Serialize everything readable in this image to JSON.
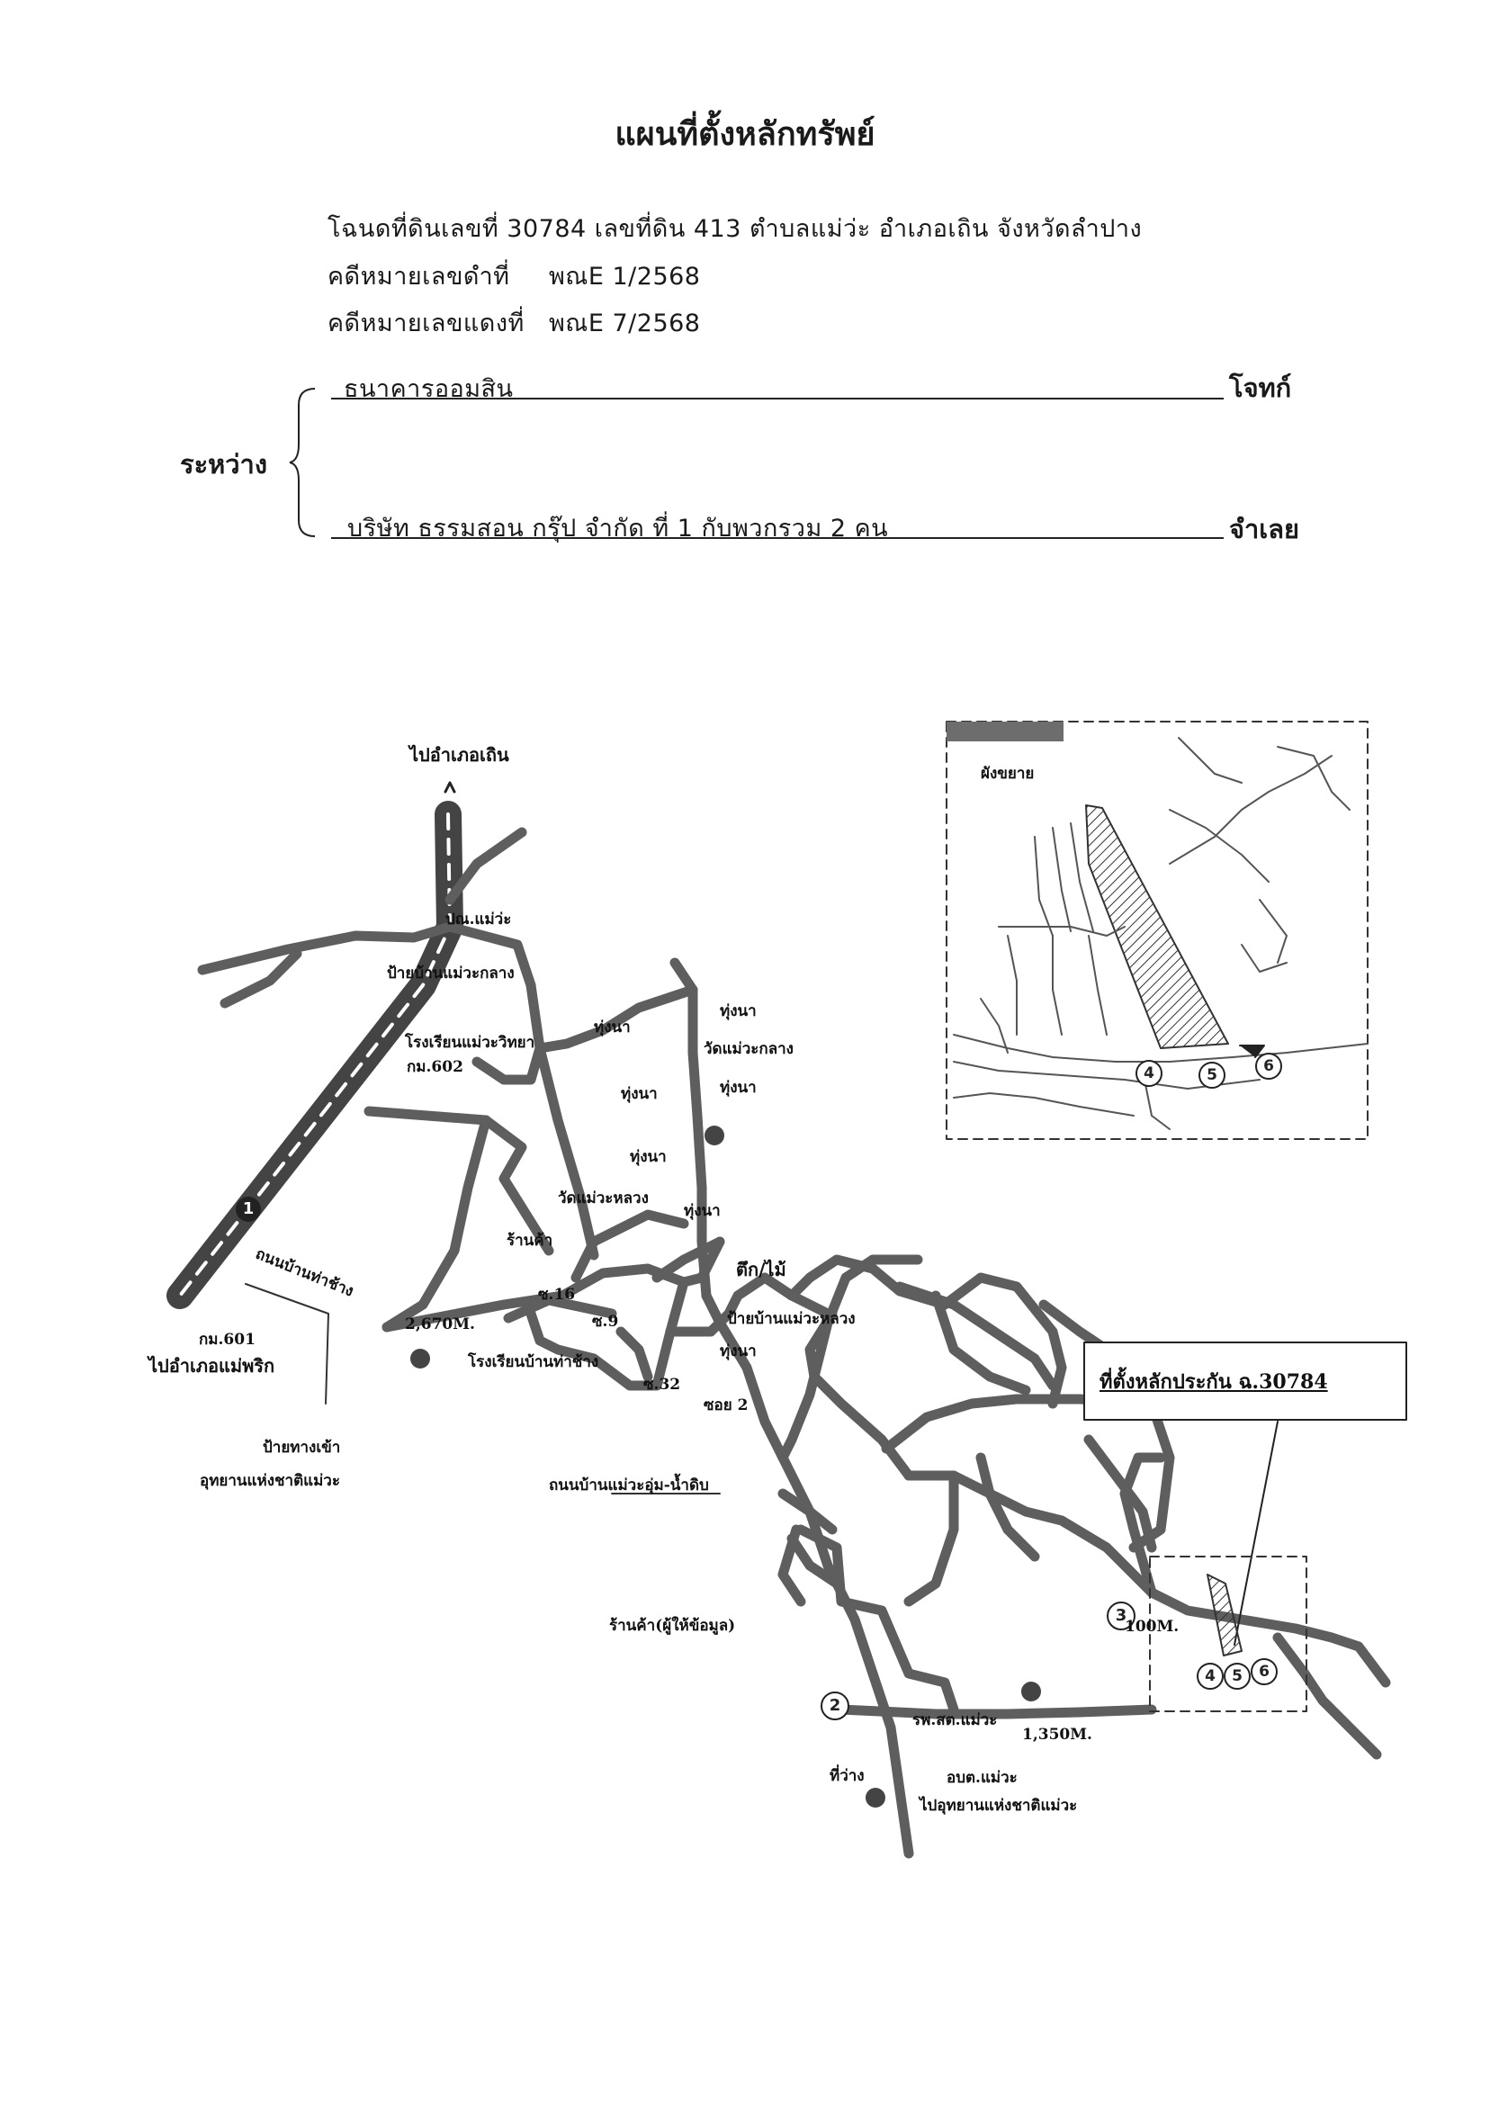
{
  "header": {
    "title": "แผนที่ตั้งหลักทรัพย์",
    "deed_line": "โฉนดที่ดินเลขที่  30784  เลขที่ดิน  413  ตำบลแม่ว่ะ  อำเภอเถิน  จังหวัดลำปาง",
    "black_case_label": "คดีหมายเลขดำที่",
    "black_case_no": "พณE  1/2568",
    "red_case_label": "คดีหมายเลขแดงที่",
    "red_case_no": "พณE  7/2568"
  },
  "parties": {
    "between_label": "ระหว่าง",
    "plaintiff_name": "ธนาคารออมสิน",
    "plaintiff_role": "โจทก์",
    "defendant_name": "บริษัท  ธรรมสอน  กรุ๊ป  จำกัด  ที่  1  กับพวกรวม  2  คน",
    "defendant_role": "จำเลย"
  },
  "map": {
    "to_thoen": "ไปอำเภอเถิน",
    "km601": "กม.601",
    "to_mae_phrik": "ไปอำเภอแม่พริก",
    "entrance_sign": "ป้ายทางเข้า",
    "park_name": "อุทยานแห่งชาติแม่วะ",
    "road_ban_tha_chang": "ถนนบ้านท่าช้าง",
    "dist_2670": "2,670M.",
    "school_tha_chang": "โรงเรียนบ้านท่าช้าง",
    "alley_16": "ซ.16",
    "alley_9": "ซ.9",
    "alley_32": "ซ.32",
    "alley_2": "ซอย 2",
    "shop": "ร้านค้า",
    "temple_mae_wa_luang": "วัดแม่วะหลวง",
    "temple_mae_wa_klang": "วัดแม่วะกลาง",
    "paddy_1": "ทุ่งนา",
    "paddy_2": "ทุ่งนา",
    "paddy_3": "ทุ่งนา",
    "paddy_4": "ทุ่งนา",
    "paddy_5": "ทุ่งนา",
    "paddy_6": "ทุ่งนา",
    "paddy_7": "ทุ่งนา",
    "building": "ตึก/ไม้",
    "sign_mae_wa_luang": "ป้ายบ้านแม่วะหลวง",
    "school_top": "โรงเรียนแม่วะวิทยา",
    "km602": "กม.602",
    "post_office": "ปณ.แม่ว่ะ",
    "sign_klang": "ป้ายบ้านแม่วะกลาง",
    "road_main": "ถนนบ้านแม่วะอุ่ม-น้ำดิบ",
    "shop_informant": "ร้านค้า(ผู้ให้ข้อมูล)",
    "hospital": "รพ.สต.แม่วะ",
    "dist_1350": "1,350M.",
    "empty_land": "ที่ว่าง",
    "sao": "อบต.แม่วะ",
    "to_park": "ไปอุทยานแห่งชาติแม่วะ",
    "dist_100": "100M.",
    "collateral_label": "ที่ตั้งหลักประกัน ฉ.30784",
    "inset_title": "ผังขยาย",
    "markers": [
      "1",
      "2",
      "3",
      "4",
      "5",
      "6"
    ]
  }
}
